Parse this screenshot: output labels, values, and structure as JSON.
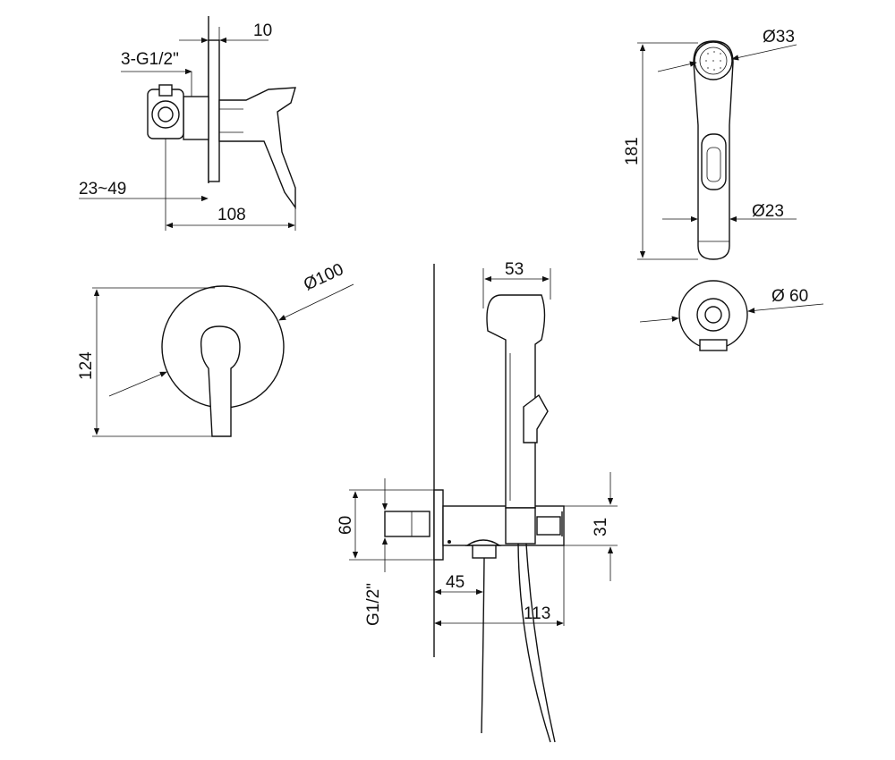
{
  "drawing": {
    "colors": {
      "line": "#111111",
      "background": "#ffffff"
    },
    "side_view": {
      "top_offset": "10",
      "connection": "3-G1/2\"",
      "wall_range": "23~49",
      "depth": "108"
    },
    "hand_shower": {
      "head_diameter": "Ø33",
      "length": "181",
      "handle_diameter": "Ø23"
    },
    "wall_outlet": {
      "diameter": "Ø 60"
    },
    "front_view": {
      "plate_diameter": "Ø100",
      "height": "124"
    },
    "assembly": {
      "head_width": "53",
      "plate_height": "60",
      "outlet_height": "31",
      "thread": "G1/2\"",
      "outlet_offset": "45",
      "projection": "113"
    }
  }
}
